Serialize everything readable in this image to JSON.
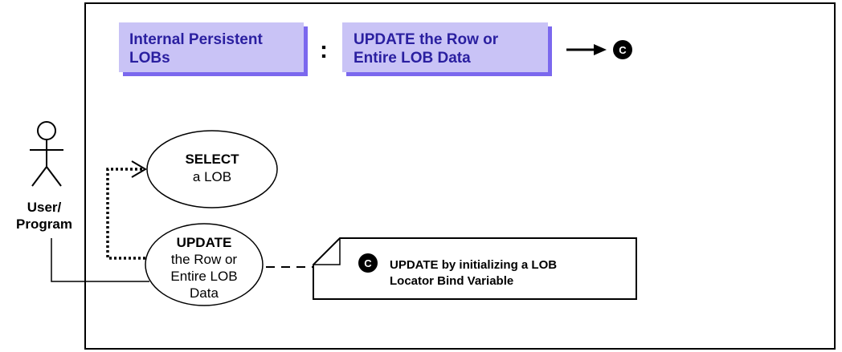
{
  "header": {
    "left_box": {
      "line1": "Internal Persistent",
      "line2": "LOBs"
    },
    "separator": ":",
    "right_box": {
      "line1": "UPDATE the Row or",
      "line2": "Entire LOB Data"
    },
    "connector_badge": "C"
  },
  "actor": {
    "line1": "User/",
    "line2": "Program"
  },
  "use_cases": {
    "select": {
      "line1": "SELECT",
      "line2": "a LOB"
    },
    "update": {
      "line1": "UPDATE",
      "line2": "the Row or",
      "line3": "Entire LOB",
      "line4": "Data"
    }
  },
  "note": {
    "badge": "C",
    "line1": "UPDATE by initializing a LOB",
    "line2": "Locator Bind Variable"
  },
  "colors": {
    "header_fill": "#c9c3f6",
    "header_shadow": "#7b68ee",
    "header_text": "#2a1fa0"
  }
}
